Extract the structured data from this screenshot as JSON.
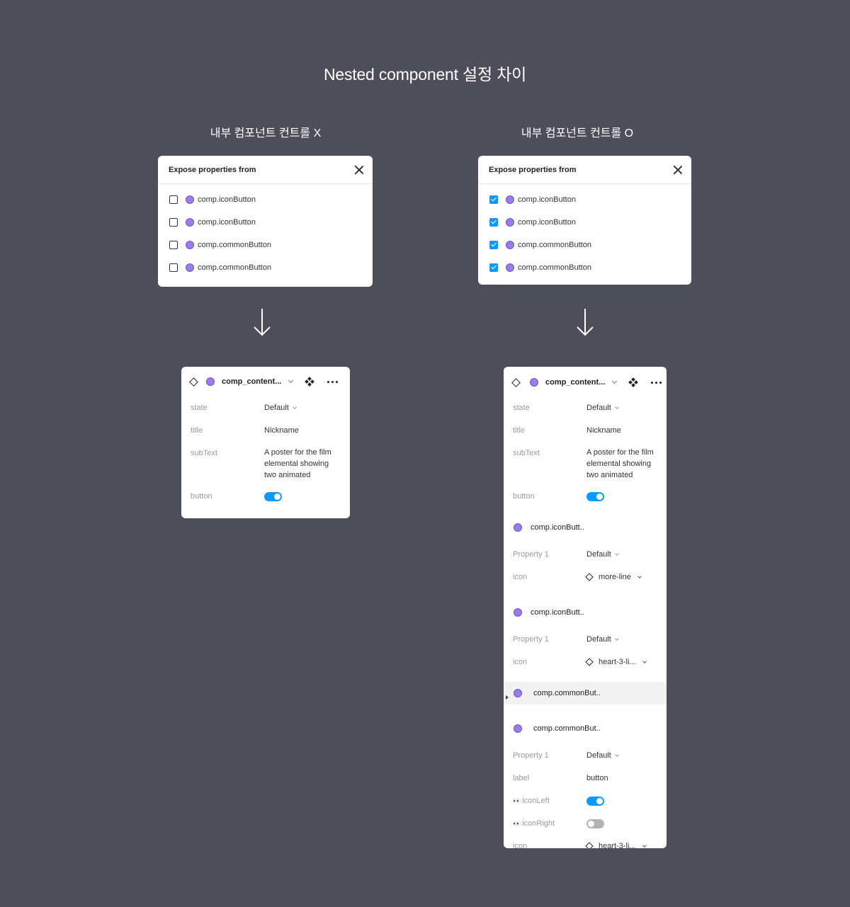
{
  "title": "Nested component 설정 차이",
  "left": {
    "heading": "내부 컴포넌트 컨트롤 X",
    "expose": {
      "title": "Expose properties from",
      "items": [
        {
          "label": "comp.iconButton",
          "checked": false
        },
        {
          "label": "comp.iconButton",
          "checked": false
        },
        {
          "label": "comp.commonButton",
          "checked": false
        },
        {
          "label": "comp.commonButton",
          "checked": false
        }
      ]
    },
    "panel": {
      "name": "comp_content...",
      "state_label": "state",
      "state_value": "Default",
      "title_label": "title",
      "title_value": "Nickname",
      "subtext_label": "subText",
      "subtext_value": "A poster for the film elemental showing two animated",
      "button_label": "button",
      "button_on": true
    }
  },
  "right": {
    "heading": "내부 컴포넌트 컨트롤 O",
    "expose": {
      "title": "Expose properties from",
      "items": [
        {
          "label": "comp.iconButton",
          "checked": true
        },
        {
          "label": "comp.iconButton",
          "checked": true
        },
        {
          "label": "comp.commonButton",
          "checked": true
        },
        {
          "label": "comp.commonButton",
          "checked": true
        }
      ]
    },
    "panel": {
      "name": "comp_content...",
      "state_label": "state",
      "state_value": "Default",
      "title_label": "title",
      "title_value": "Nickname",
      "subtext_label": "subText",
      "subtext_value": "A poster for the film elemental showing two animated",
      "button_label": "button",
      "button_on": true,
      "nested1": {
        "name": "comp.iconButt..",
        "p1_label": "Property 1",
        "p1_value": "Default",
        "icon_label": "icon",
        "icon_value": "more-line"
      },
      "nested2": {
        "name": "comp.iconButt..",
        "p1_label": "Property 1",
        "p1_value": "Default",
        "icon_label": "icon",
        "icon_value": "heart-3-li..."
      },
      "nested3": {
        "name": "comp.commonBut.."
      },
      "nested4": {
        "name": "comp.commonBut..",
        "p1_label": "Property 1",
        "p1_value": "Default",
        "label_label": "label",
        "label_value": "button",
        "iconleft_label": "iconLeft",
        "iconleft_on": true,
        "iconright_label": "iconRight",
        "iconright_on": false,
        "icon_label": "icon",
        "icon_value": "heart-3-li..."
      }
    }
  },
  "colors": {
    "background": "#4c4f59",
    "accent": "#0d99ff",
    "component": "#9a7be8"
  }
}
